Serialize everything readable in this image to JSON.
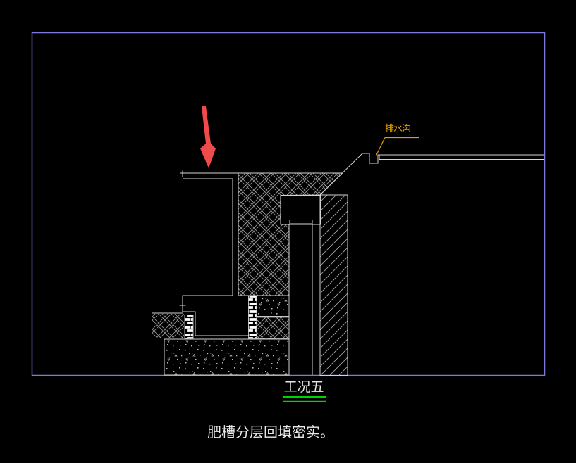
{
  "viewport": {
    "background": "#000000",
    "frame_color": "#7b7be0",
    "line_color": "#d4d4d4"
  },
  "annotation": {
    "arrow_color": "#f04a4a"
  },
  "drain": {
    "label": "排水沟",
    "color": "#e8a000"
  },
  "title": {
    "text": "工况五",
    "color": "#e8e8e8",
    "underline_color": "#00d400"
  },
  "caption": {
    "text": "肥槽分层回填密实。",
    "color": "#e8e8e8"
  }
}
